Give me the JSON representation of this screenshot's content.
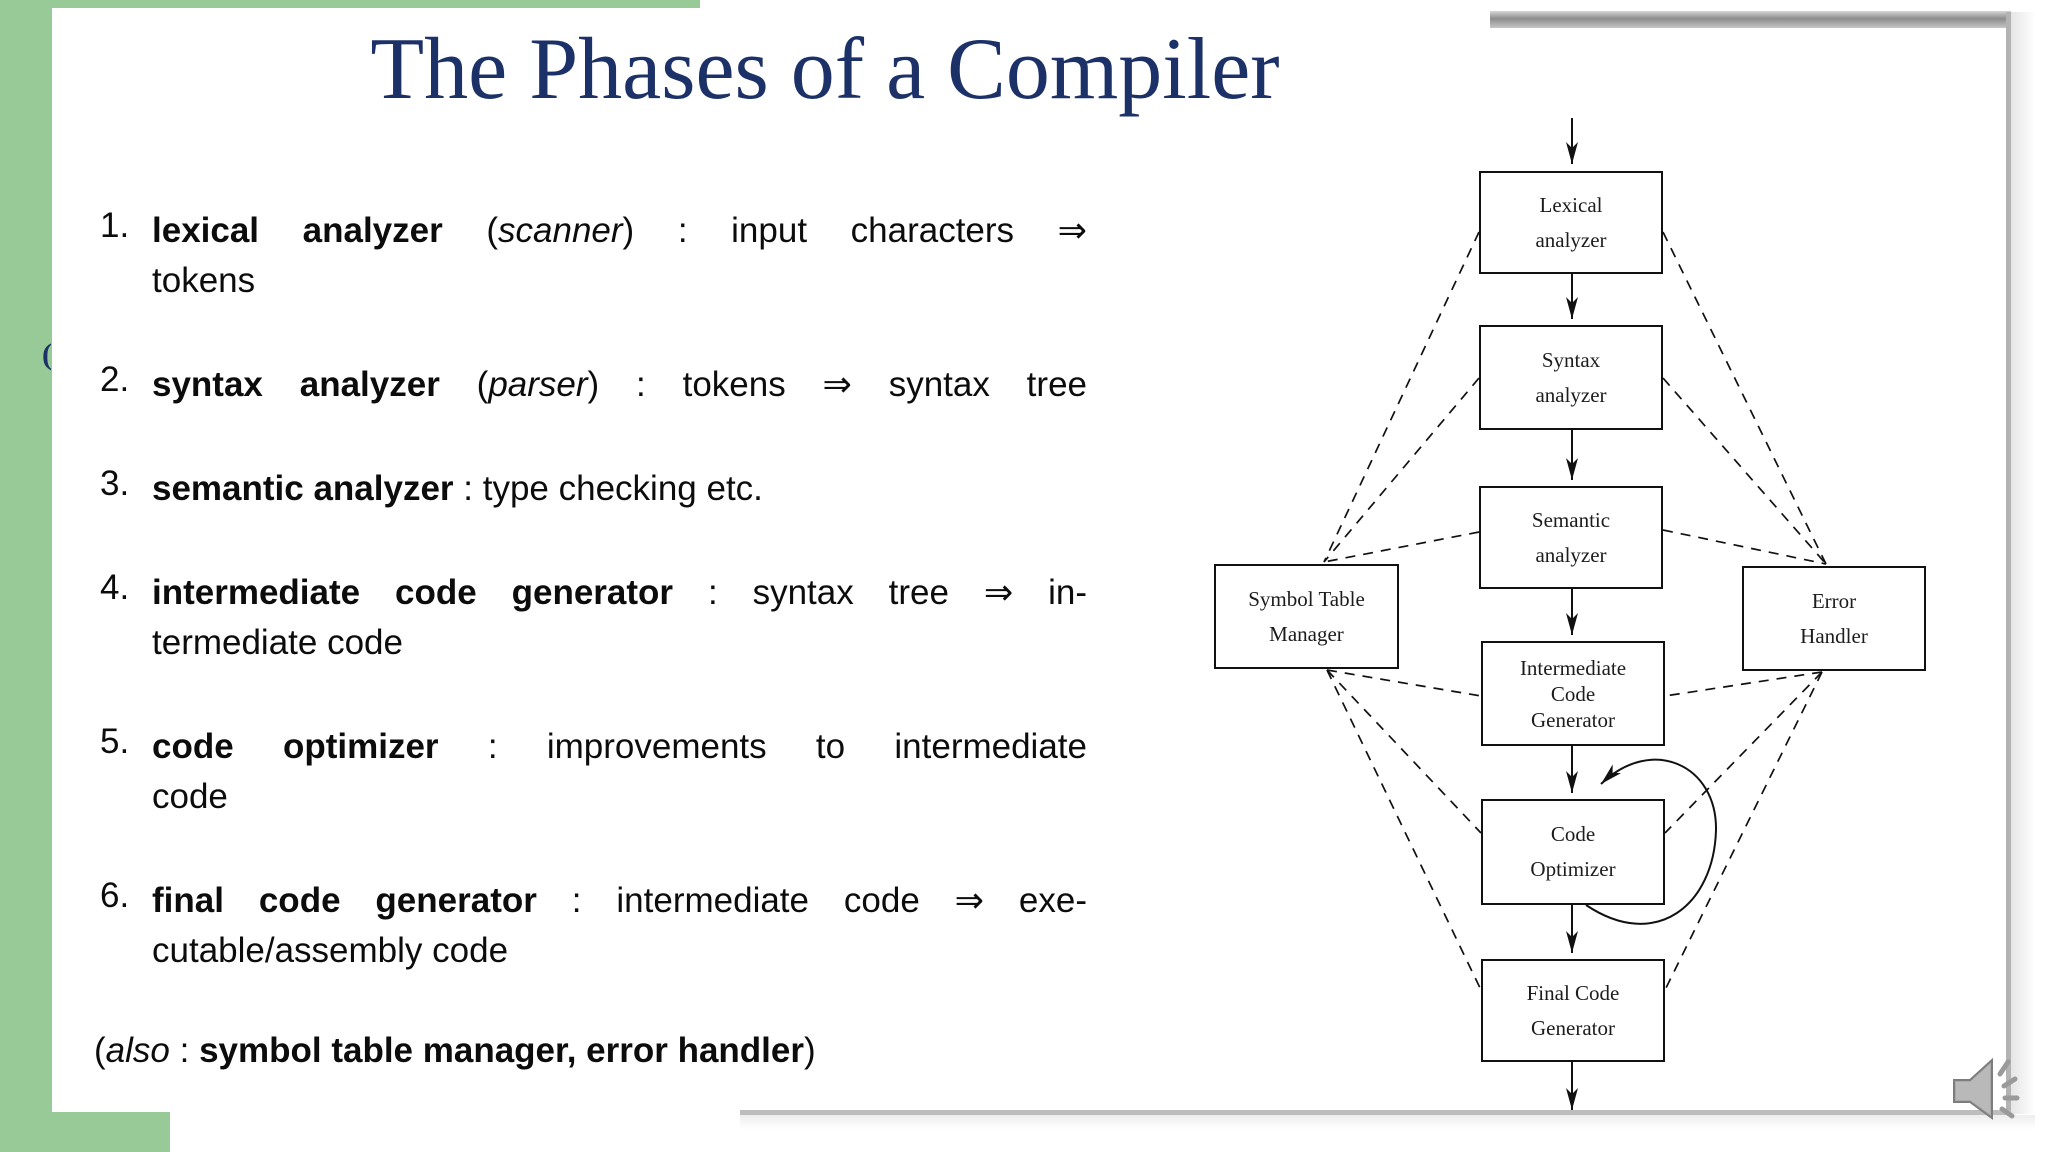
{
  "colors": {
    "accent_green": "#97ca96",
    "title_navy": "#1c3168",
    "frame_gray": "#b3b3b3",
    "diagram_ink": "#111111"
  },
  "title": "The Phases of a Compiler",
  "stray_paren": "(",
  "icons": {
    "audio": "speaker-with-sound-waves-icon"
  },
  "list": {
    "items": [
      {
        "num": "1.",
        "lines": [
          {
            "justify": true,
            "segments": [
              {
                "t": "lexical analyzer",
                "b": 1
              },
              {
                "t": " ("
              },
              {
                "t": "scanner",
                "i": 1
              },
              {
                "t": ") : input characters ⇒"
              }
            ]
          },
          {
            "segments": [
              {
                "t": "tokens"
              }
            ]
          }
        ]
      },
      {
        "num": "2.",
        "lines": [
          {
            "justify": true,
            "segments": [
              {
                "t": "syntax analyzer",
                "b": 1
              },
              {
                "t": " ("
              },
              {
                "t": "parser",
                "i": 1
              },
              {
                "t": ") : tokens ⇒ syntax tree"
              }
            ]
          }
        ]
      },
      {
        "num": "3.",
        "lines": [
          {
            "segments": [
              {
                "t": "semantic analyzer",
                "b": 1
              },
              {
                "t": " : type checking etc."
              }
            ]
          }
        ]
      },
      {
        "num": "4.",
        "lines": [
          {
            "justify": true,
            "segments": [
              {
                "t": "intermediate code generator",
                "b": 1
              },
              {
                "t": " : syntax tree ⇒ in-"
              }
            ]
          },
          {
            "segments": [
              {
                "t": "termediate code"
              }
            ]
          }
        ]
      },
      {
        "num": "5.",
        "lines": [
          {
            "justify": true,
            "segments": [
              {
                "t": "code optimizer",
                "b": 1
              },
              {
                "t": " :  improvements to intermediate"
              }
            ]
          },
          {
            "segments": [
              {
                "t": "code"
              }
            ]
          }
        ]
      },
      {
        "num": "6.",
        "lines": [
          {
            "justify": true,
            "segments": [
              {
                "t": "final code generator",
                "b": 1
              },
              {
                "t": " : intermediate code ⇒ exe-"
              }
            ]
          },
          {
            "segments": [
              {
                "t": "cutable/assembly code"
              }
            ]
          }
        ]
      }
    ],
    "footnote": {
      "num": "",
      "lines": [
        {
          "segments": [
            {
              "t": "("
            },
            {
              "t": "also",
              "i": 1
            },
            {
              "t": " : "
            },
            {
              "t": "symbol table manager, error handler",
              "b": 1
            },
            {
              "t": ")"
            }
          ]
        }
      ]
    }
  },
  "diagram": {
    "boxes": {
      "lexical": {
        "lines": [
          "Lexical",
          "analyzer"
        ]
      },
      "syntax": {
        "lines": [
          "Syntax",
          "analyzer"
        ]
      },
      "semantic": {
        "lines": [
          "Semantic",
          "analyzer"
        ]
      },
      "icg": {
        "lines": [
          "Intermediate",
          "Code",
          "Generator"
        ]
      },
      "optimizer": {
        "lines": [
          "Code",
          "Optimizer"
        ]
      },
      "final": {
        "lines": [
          "Final Code",
          "Generator"
        ]
      },
      "symtab": {
        "lines": [
          "Symbol Table",
          "Manager"
        ]
      },
      "error": {
        "lines": [
          "Error",
          "Handler"
        ]
      }
    },
    "flow": [
      "Lexical analyzer",
      "Syntax analyzer",
      "Semantic analyzer",
      "Intermediate Code Generator",
      "Code Optimizer",
      "Final Code Generator"
    ],
    "side_links": {
      "left": "Symbol Table Manager",
      "right": "Error Handler"
    },
    "optimizer_self_loop": true
  }
}
